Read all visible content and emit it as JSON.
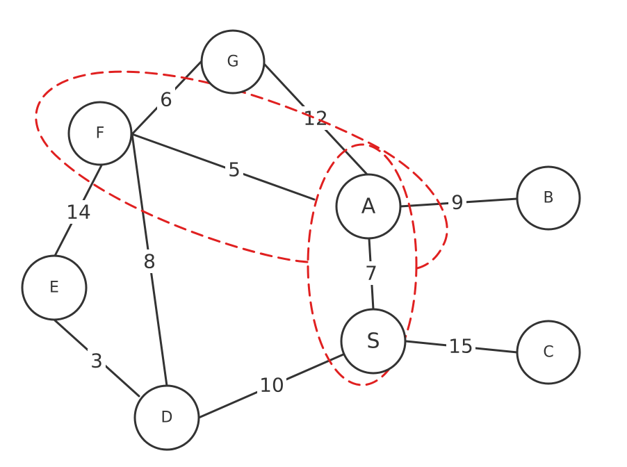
{
  "graph": {
    "nodes": [
      {
        "id": "G",
        "label": "G"
      },
      {
        "id": "F",
        "label": "F"
      },
      {
        "id": "A",
        "label": "A"
      },
      {
        "id": "B",
        "label": "B"
      },
      {
        "id": "E",
        "label": "E"
      },
      {
        "id": "S",
        "label": "S"
      },
      {
        "id": "C",
        "label": "C"
      },
      {
        "id": "D",
        "label": "D"
      }
    ],
    "edges": [
      {
        "from": "F",
        "to": "G",
        "weight": "6"
      },
      {
        "from": "G",
        "to": "A",
        "weight": "12"
      },
      {
        "from": "F",
        "to": "A",
        "weight": "5"
      },
      {
        "from": "F",
        "to": "E",
        "weight": "14"
      },
      {
        "from": "F",
        "to": "D",
        "weight": "8"
      },
      {
        "from": "A",
        "to": "B",
        "weight": "9"
      },
      {
        "from": "A",
        "to": "S",
        "weight": "7"
      },
      {
        "from": "S",
        "to": "C",
        "weight": "15"
      },
      {
        "from": "E",
        "to": "D",
        "weight": "3"
      },
      {
        "from": "D",
        "to": "S",
        "weight": "10"
      }
    ],
    "cluster_color": "#e02020",
    "edge_color": "#333333"
  }
}
